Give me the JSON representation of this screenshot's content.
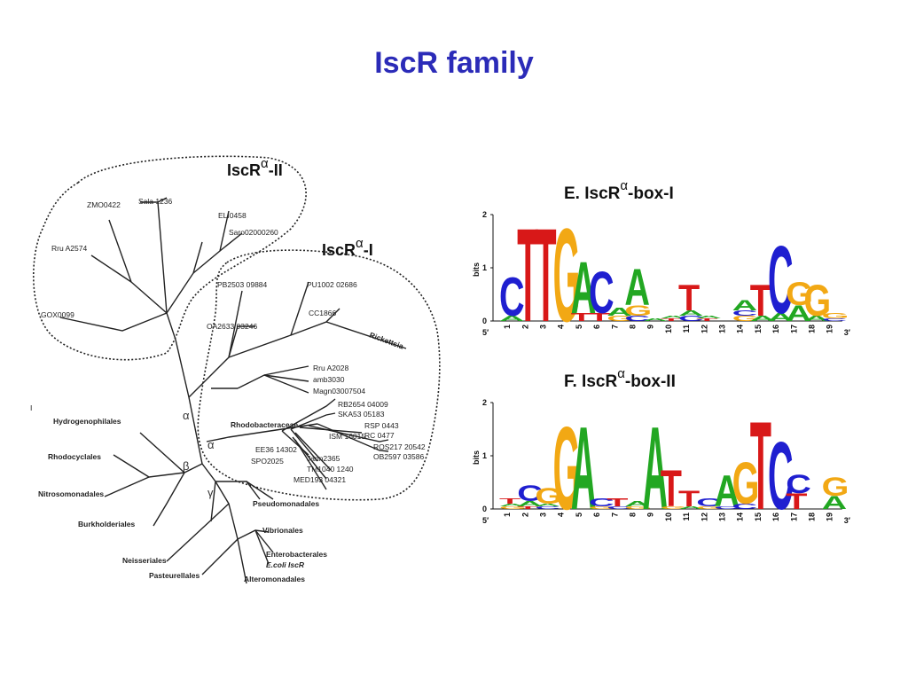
{
  "slide": {
    "title": "IscR family"
  },
  "tree": {
    "group_labels": [
      {
        "base": "IscR",
        "sup": "α",
        "suffix": "-II"
      },
      {
        "base": "IscR",
        "sup": "α",
        "suffix": "-I"
      }
    ],
    "clade_ii_leaves": [
      "ZMO0422",
      "Sala 1236",
      "ELI0458",
      "Saro02000260",
      "Rru A2574",
      "GOX0099"
    ],
    "clade_i_leaves": [
      "PB2503 09884",
      "PU1002 02686",
      "CC1866",
      "OA2633 03246",
      "Rickettsia",
      "Rru A2028",
      "amb3030",
      "Magn03007504",
      "RB2654 04009",
      "SKA53 05183",
      "RSP 0443",
      "RC 0477",
      "ISM 16015",
      "ROS217 20542",
      "OB2597 03586",
      "EE36 14302",
      "SPO2025",
      "Jann2365",
      "TM1040 1240",
      "MED193 04321"
    ],
    "family_label": "Rhodobacteraceae",
    "orders": [
      "Hydrogenophilales",
      "Rhodocyclales",
      "Nitrosomonadales",
      "Burkholderiales",
      "Neisseriales",
      "Pasteurellales",
      "Pseudomonadales",
      "Vibrionales",
      "Enterobacterales",
      "E.coli IscR",
      "Alteromonadales"
    ],
    "greek": {
      "alpha": "α",
      "beta": "β",
      "gamma": "γ"
    },
    "left_mark": "I"
  },
  "logos": [
    {
      "title": {
        "base": "E. IscR",
        "sup": "α",
        "suffix": "-box-I"
      },
      "y_label": "bits",
      "y_ticks": [
        "0",
        "1",
        "2"
      ],
      "y_range": [
        0,
        2
      ],
      "prime_5": "5′",
      "prime_3": "3′",
      "positions": [
        "1",
        "2",
        "3",
        "4",
        "5",
        "6",
        "7",
        "8",
        "9",
        "10",
        "11",
        "12",
        "13",
        "14",
        "15",
        "16",
        "17",
        "18",
        "19"
      ],
      "columns": [
        [
          {
            "l": "A",
            "h": 0.1
          },
          {
            "l": "C",
            "h": 0.75
          }
        ],
        [
          {
            "l": "T",
            "h": 1.8
          }
        ],
        [
          {
            "l": "T",
            "h": 1.8
          }
        ],
        [
          {
            "l": "G",
            "h": 1.8
          }
        ],
        [
          {
            "l": "T",
            "h": 0.15
          },
          {
            "l": "A",
            "h": 1.0
          }
        ],
        [
          {
            "l": "T",
            "h": 0.15
          },
          {
            "l": "C",
            "h": 0.8
          }
        ],
        [
          {
            "l": "G",
            "h": 0.1
          },
          {
            "l": "A",
            "h": 0.15
          }
        ],
        [
          {
            "l": "C",
            "h": 0.1
          },
          {
            "l": "G",
            "h": 0.2
          },
          {
            "l": "A",
            "h": 0.7
          }
        ],
        [
          {
            "l": "A",
            "h": 0.05
          }
        ],
        [
          {
            "l": "T",
            "h": 0.05
          },
          {
            "l": "A",
            "h": 0.05
          }
        ],
        [
          {
            "l": "C",
            "h": 0.1
          },
          {
            "l": "A",
            "h": 0.1
          },
          {
            "l": "T",
            "h": 0.5
          }
        ],
        [
          {
            "l": "T",
            "h": 0.05
          },
          {
            "l": "A",
            "h": 0.05
          }
        ],
        [],
        [
          {
            "l": "G",
            "h": 0.1
          },
          {
            "l": "C",
            "h": 0.1
          },
          {
            "l": "A",
            "h": 0.2
          }
        ],
        [
          {
            "l": "A",
            "h": 0.1
          },
          {
            "l": "T",
            "h": 0.6
          }
        ],
        [
          {
            "l": "A",
            "h": 0.15
          },
          {
            "l": "C",
            "h": 1.3
          }
        ],
        [
          {
            "l": "A",
            "h": 0.3
          },
          {
            "l": "G",
            "h": 0.45
          }
        ],
        [
          {
            "l": "A",
            "h": 0.1
          },
          {
            "l": "G",
            "h": 0.6
          }
        ],
        [
          {
            "l": "C",
            "h": 0.05
          },
          {
            "l": "G",
            "h": 0.1
          }
        ]
      ]
    },
    {
      "title": {
        "base": "F. IscR",
        "sup": "α",
        "suffix": "-box-II"
      },
      "y_label": "bits",
      "y_ticks": [
        "0",
        "1",
        "2"
      ],
      "y_range": [
        0,
        2
      ],
      "prime_5": "5′",
      "prime_3": "3′",
      "positions": [
        "1",
        "2",
        "3",
        "4",
        "5",
        "6",
        "7",
        "8",
        "9",
        "10",
        "11",
        "12",
        "13",
        "14",
        "15",
        "16",
        "17",
        "18",
        "19"
      ],
      "columns": [
        [
          {
            "l": "G",
            "h": 0.05
          },
          {
            "l": "A",
            "h": 0.05
          },
          {
            "l": "T",
            "h": 0.1
          }
        ],
        [
          {
            "l": "T",
            "h": 0.05
          },
          {
            "l": "A",
            "h": 0.1
          },
          {
            "l": "C",
            "h": 0.3
          }
        ],
        [
          {
            "l": "C",
            "h": 0.05
          },
          {
            "l": "A",
            "h": 0.05
          },
          {
            "l": "G",
            "h": 0.3
          }
        ],
        [
          {
            "l": "G",
            "h": 1.6
          }
        ],
        [
          {
            "l": "A",
            "h": 1.6
          }
        ],
        [
          {
            "l": "G",
            "h": 0.05
          },
          {
            "l": "C",
            "h": 0.15
          }
        ],
        [
          {
            "l": "C",
            "h": 0.05
          },
          {
            "l": "T",
            "h": 0.15
          }
        ],
        [
          {
            "l": "G",
            "h": 0.05
          },
          {
            "l": "A",
            "h": 0.1
          }
        ],
        [
          {
            "l": "A",
            "h": 1.6
          }
        ],
        [
          {
            "l": "G",
            "h": 0.05
          },
          {
            "l": "T",
            "h": 0.7
          }
        ],
        [
          {
            "l": "A",
            "h": 0.05
          },
          {
            "l": "T",
            "h": 0.3
          }
        ],
        [
          {
            "l": "G",
            "h": 0.05
          },
          {
            "l": "C",
            "h": 0.15
          }
        ],
        [
          {
            "l": "C",
            "h": 0.05
          },
          {
            "l": "A",
            "h": 0.6
          }
        ],
        [
          {
            "l": "C",
            "h": 0.1
          },
          {
            "l": "G",
            "h": 0.8
          }
        ],
        [
          {
            "l": "T",
            "h": 1.7
          }
        ],
        [
          {
            "l": "C",
            "h": 1.3
          }
        ],
        [
          {
            "l": "T",
            "h": 0.3
          },
          {
            "l": "C",
            "h": 0.35
          }
        ],
        [],
        [
          {
            "l": "A",
            "h": 0.25
          },
          {
            "l": "G",
            "h": 0.35
          }
        ]
      ]
    }
  ],
  "base_colors": {
    "A": "#22a722",
    "C": "#1f1fd0",
    "G": "#f2a814",
    "T": "#d81818"
  }
}
